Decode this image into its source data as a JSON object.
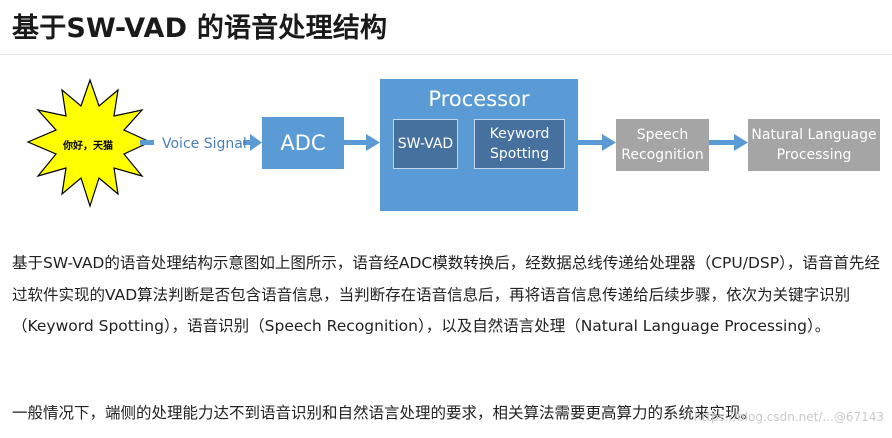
{
  "title": "基于SW-VAD 的语音处理结构",
  "diagram": {
    "star_text": "你好，天猫",
    "voice_signal": "Voice Signal",
    "adc": "ADC",
    "processor": "Processor",
    "sw_vad": "SW-VAD",
    "kws_line1": "Keyword",
    "kws_line2": "Spotting",
    "sr_line1": "Speech",
    "sr_line2": "Recognition",
    "nlp_line1": "Natural Language",
    "nlp_line2": "Processing",
    "colors": {
      "blue": "#5b9bd5",
      "dark_blue": "#46719f",
      "gray": "#a5a5a5",
      "star_fill": "#ffff00"
    }
  },
  "paragraphs": [
    "基于SW-VAD的语音处理结构示意图如上图所示，语音经ADC模数转换后，经数据总线传递给处理器（CPU/DSP），语音首先经过软件实现的VAD算法判断是否包含语音信息，当判断存在语音信息后，再将语音信息传递给后续步骤，依次为关键字识别（Keyword Spotting），语音识别（Speech Recognition），以及自然语言处理（Natural Language Processing）。",
    "一般情况下，端侧的处理能力达不到语音识别和自然语言处理的要求，相关算法需要更高算力的系统来实现。"
  ],
  "watermark": "https://blog.csdn.net/...@67143"
}
